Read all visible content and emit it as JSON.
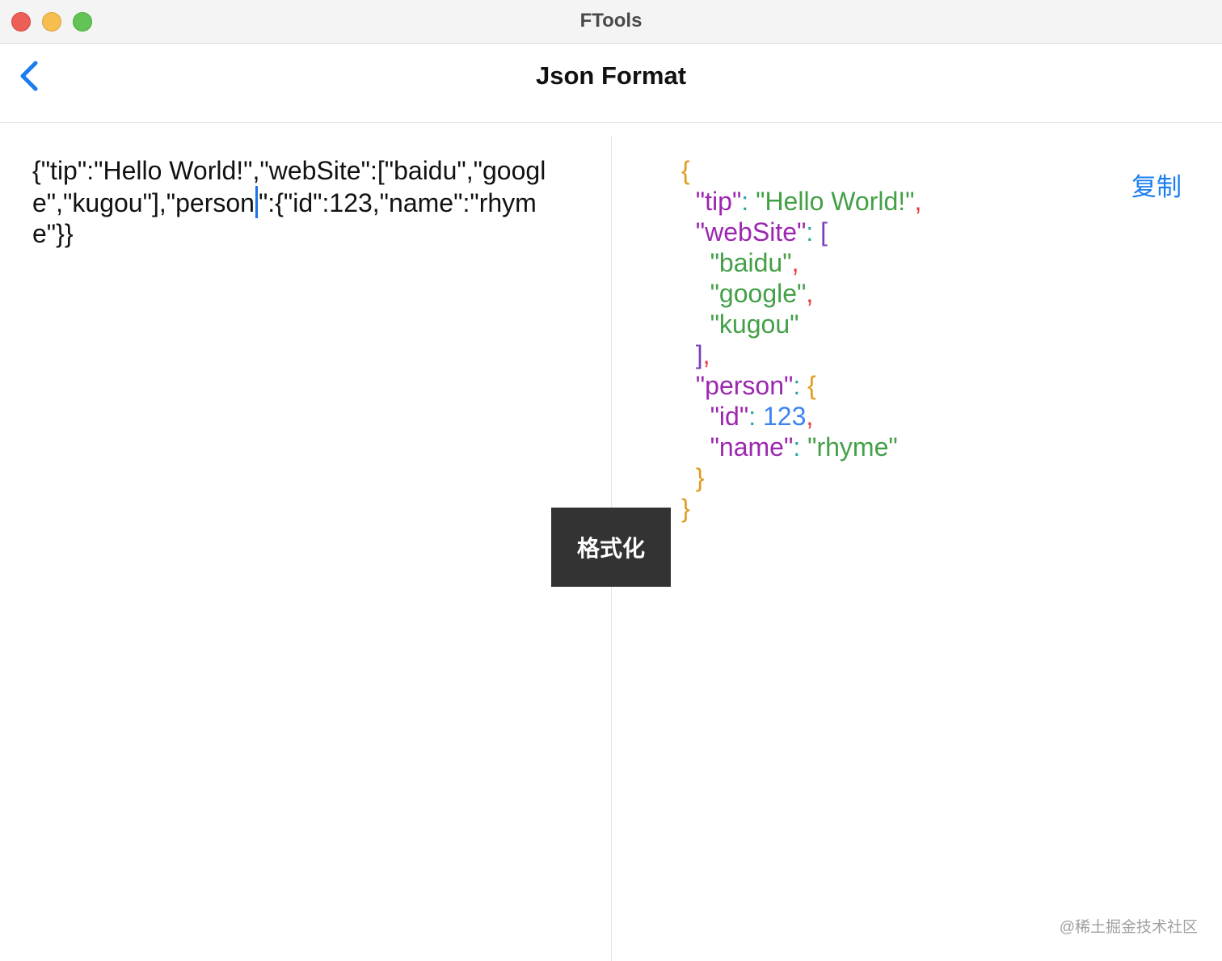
{
  "window": {
    "title": "FTools"
  },
  "navbar": {
    "title": "Json Format",
    "back_icon": "chevron-left-icon"
  },
  "input": {
    "text_before_caret": "{\"tip\":\"Hello World!\",\"webSite\":[\"baidu\",\"google\",\"kugou\"],\"person",
    "text_after_caret": "\":{\"id\":123,\"name\":\"rhyme\"}}"
  },
  "output": {
    "lines": [
      [
        {
          "t": "{",
          "c": "brace"
        }
      ],
      [
        {
          "t": "  "
        },
        {
          "t": "\"tip\"",
          "c": "key"
        },
        {
          "t": ": ",
          "c": "colon"
        },
        {
          "t": "\"Hello World!\"",
          "c": "string"
        },
        {
          "t": ",",
          "c": "comma"
        }
      ],
      [
        {
          "t": "  "
        },
        {
          "t": "\"webSite\"",
          "c": "key"
        },
        {
          "t": ": ",
          "c": "colon"
        },
        {
          "t": "[",
          "c": "bracket"
        }
      ],
      [
        {
          "t": "    "
        },
        {
          "t": "\"baidu\"",
          "c": "string"
        },
        {
          "t": ",",
          "c": "comma"
        }
      ],
      [
        {
          "t": "    "
        },
        {
          "t": "\"google\"",
          "c": "string"
        },
        {
          "t": ",",
          "c": "comma"
        }
      ],
      [
        {
          "t": "    "
        },
        {
          "t": "\"kugou\"",
          "c": "string"
        }
      ],
      [
        {
          "t": "  "
        },
        {
          "t": "]",
          "c": "bracket"
        },
        {
          "t": ",",
          "c": "comma"
        }
      ],
      [
        {
          "t": "  "
        },
        {
          "t": "\"person\"",
          "c": "key"
        },
        {
          "t": ": ",
          "c": "colon"
        },
        {
          "t": "{",
          "c": "brace"
        }
      ],
      [
        {
          "t": "    "
        },
        {
          "t": "\"id\"",
          "c": "key"
        },
        {
          "t": ": ",
          "c": "colon"
        },
        {
          "t": "123",
          "c": "number"
        },
        {
          "t": ",",
          "c": "comma"
        }
      ],
      [
        {
          "t": "    "
        },
        {
          "t": "\"name\"",
          "c": "key"
        },
        {
          "t": ": ",
          "c": "colon"
        },
        {
          "t": "\"rhyme\"",
          "c": "string"
        }
      ],
      [
        {
          "t": "  "
        },
        {
          "t": "}",
          "c": "brace"
        }
      ],
      [
        {
          "t": "}",
          "c": "brace"
        }
      ]
    ]
  },
  "actions": {
    "copy_label": "复制",
    "format_label": "格式化"
  },
  "watermark": "@稀土掘金技术社区",
  "colors": {
    "accent": "#1a7ef0",
    "brace": "#e09a1c",
    "bracket": "#7a3fb8",
    "key": "#9c27b0",
    "string": "#43a047",
    "number": "#3d82f0",
    "colon": "#26a69a",
    "comma": "#e53935",
    "format_button_bg": "#333333"
  }
}
